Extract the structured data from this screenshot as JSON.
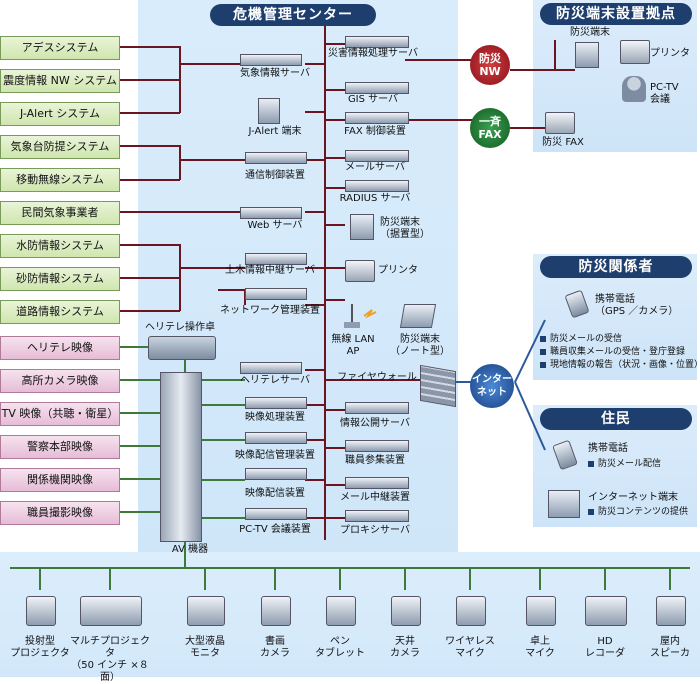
{
  "center": {
    "title": "危機管理センター"
  },
  "right_top": {
    "title": "防災端末設置拠点",
    "devices": {
      "terminal": "防災端末",
      "printer": "プリンタ",
      "pctv": "PC-TV\n会議",
      "fax": "防災 FAX"
    }
  },
  "right_mid": {
    "title": "防災関係者",
    "phone": "携帯電話\n（GPS ／カメラ）",
    "items": [
      "防災メールの受信",
      "職員収集メールの受信・登庁登録",
      "現地情報の報告（状況・画像・位置）"
    ]
  },
  "right_bot": {
    "title": "住民",
    "phone": "携帯電話",
    "phone_item": "防災メール配信",
    "pc": "インターネット端末",
    "pc_item": "防災コンテンツの提供"
  },
  "circles": {
    "nw": "防災\nNW",
    "fax": "一斉\nFAX",
    "net": "インター\nネット"
  },
  "left_boxes": [
    {
      "label": "アデスシステム",
      "kind": "green"
    },
    {
      "label": "震度情報 NW システム",
      "kind": "green"
    },
    {
      "label": "J-Alert システム",
      "kind": "green"
    },
    {
      "label": "気象台防提システム",
      "kind": "green"
    },
    {
      "label": "移動無線システム",
      "kind": "green"
    },
    {
      "label": "民間気象事業者",
      "kind": "green"
    },
    {
      "label": "水防情報システム",
      "kind": "green"
    },
    {
      "label": "砂防情報システム",
      "kind": "green"
    },
    {
      "label": "道路情報システム",
      "kind": "green"
    },
    {
      "label": "ヘリテレ映像",
      "kind": "pink"
    },
    {
      "label": "高所カメラ映像",
      "kind": "pink"
    },
    {
      "label": "TV 映像（共聴・衛星）",
      "kind": "pink"
    },
    {
      "label": "警察本部映像",
      "kind": "pink"
    },
    {
      "label": "関係機関映像",
      "kind": "pink"
    },
    {
      "label": "職員撮影映像",
      "kind": "pink"
    }
  ],
  "mid_devices": {
    "weather": "気象情報サーバ",
    "jalert": "J-Alert 端末",
    "comm": "通信制御装置",
    "web": "Web サーバ",
    "doboku": "土木情報中継サーバ",
    "netmgr": "ネットワーク管理装置",
    "heli_desk": "ヘリテレ操作卓",
    "heli_server": "ヘリテレサーバ",
    "img_proc": "映像処理装置",
    "img_dist_mgr": "映像配信管理装置",
    "img_dist": "映像配信装置",
    "pctv": "PC-TV 会議装置",
    "av": "AV 機器"
  },
  "right_devices": {
    "disaster_server": "災害情報処理サーバ",
    "gis": "GIS サーバ",
    "fax": "FAX 制御装置",
    "mail": "メールサーバ",
    "radius": "RADIUS サーバ",
    "terminal_fixed": "防災端末\n（据置型）",
    "printer": "プリンタ",
    "wlan": "無線 LAN\nAP",
    "terminal_note": "防災端末\n（ノート型）",
    "firewall": "ファイヤウォール",
    "info_pub": "情報公開サーバ",
    "staff": "職員参集装置",
    "mail_relay": "メール中継装置",
    "proxy": "プロキシサーバ"
  },
  "bottom_devices": [
    "投射型\nプロジェクタ",
    "マルチプロジェクタ\n（50 インチ ×８面）",
    "大型液晶\nモニタ",
    "書画\nカメラ",
    "ペン\nタブレット",
    "天井\nカメラ",
    "ワイヤレス\nマイク",
    "卓上\nマイク",
    "HD\nレコーダ",
    "屋内\nスピーカ"
  ]
}
